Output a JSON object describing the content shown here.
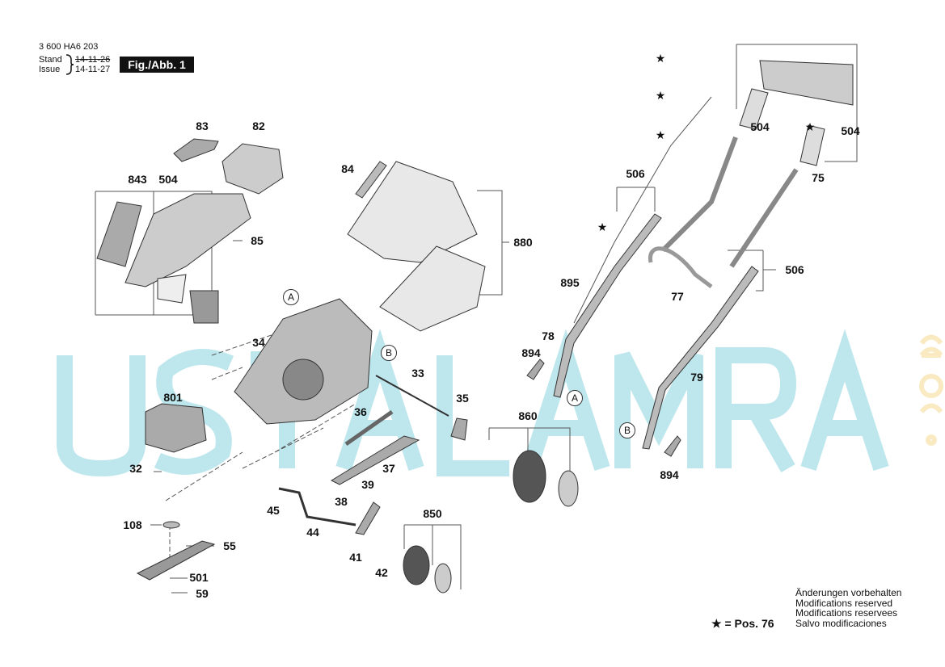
{
  "header": {
    "doc_number": "3 600 HA6 203",
    "stand_label": "Stand",
    "issue_label": "Issue",
    "stand_date": "14-11-26",
    "issue_date": "14-11-27",
    "figure": "Fig./Abb. 1"
  },
  "watermark": "USTALAMRA .com",
  "labels": [
    "83",
    "82",
    "504",
    "843",
    "85",
    "84",
    "880",
    "34",
    "801",
    "32",
    "33",
    "35",
    "36",
    "860",
    "37",
    "39",
    "38",
    "45",
    "108",
    "44",
    "55",
    "850",
    "41",
    "42",
    "501",
    "59",
    "894",
    "78",
    "79",
    "894",
    "895",
    "77",
    "506",
    "506",
    "504",
    "504",
    "75"
  ],
  "callouts": [
    "A",
    "B",
    "A",
    "B"
  ],
  "star_symbol": "★",
  "legend": "★ = Pos. 76",
  "notes": [
    "Änderungen vorbehalten",
    "Modifications reserved",
    "Modifications reservees",
    "Salvo modificaciones"
  ]
}
